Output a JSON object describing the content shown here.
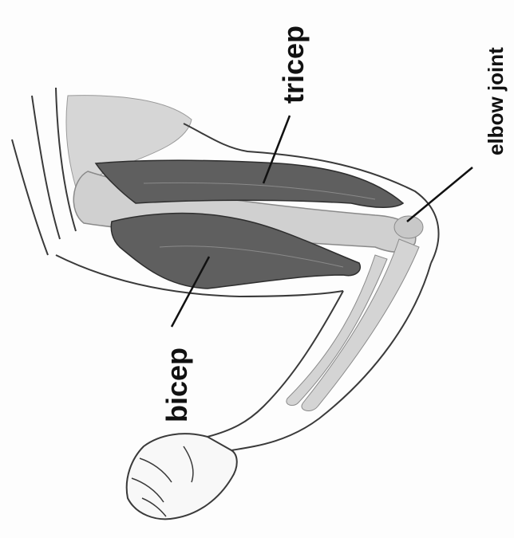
{
  "labels": {
    "tricep": "tricep",
    "bicep": "bicep",
    "elbow_joint": "elbow joint"
  },
  "colors": {
    "muscle": "#5f5f5f",
    "bone": "#d2d2d2",
    "outline": "#3a3a3a",
    "leader_line": "#111111",
    "background": "#fdfdfd"
  }
}
